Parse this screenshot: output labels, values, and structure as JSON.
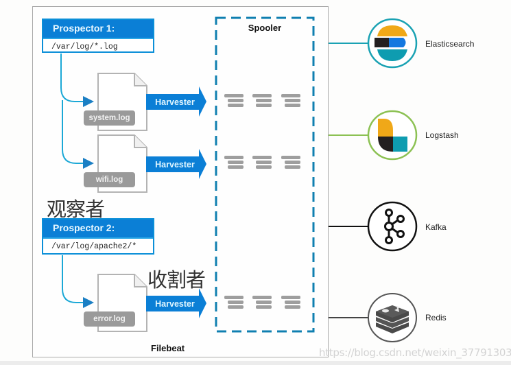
{
  "filebeat": {
    "label": "Filebeat"
  },
  "annotations": {
    "watcher": "观察者",
    "harvester_cn": "收割者"
  },
  "prospectors": [
    {
      "title": "Prospector 1:",
      "path": "/var/log/*.log"
    },
    {
      "title": "Prospector 2:",
      "path": "/var/log/apache2/*"
    }
  ],
  "files": [
    {
      "name": "system.log",
      "harvester": "Harvester"
    },
    {
      "name": "wifi.log",
      "harvester": "Harvester"
    },
    {
      "name": "error.log",
      "harvester": "Harvester"
    }
  ],
  "spooler": {
    "label": "Spooler"
  },
  "outputs": [
    {
      "name": "Elasticsearch",
      "icon": "elasticsearch-icon",
      "color": "#1aa2b3"
    },
    {
      "name": "Logstash",
      "icon": "logstash-icon",
      "color": "#8cc153"
    },
    {
      "name": "Kafka",
      "icon": "kafka-icon",
      "color": "#111111"
    },
    {
      "name": "Redis",
      "icon": "redis-icon",
      "color": "#444444"
    }
  ],
  "colors": {
    "primary_blue": "#0b7fd6",
    "connector": "#1ba8d6",
    "spooler_dash": "#0f7fb0",
    "file_label_bg": "#9a9a9a"
  },
  "watermark": "https://blog.csdn.net/weixin_37791303"
}
